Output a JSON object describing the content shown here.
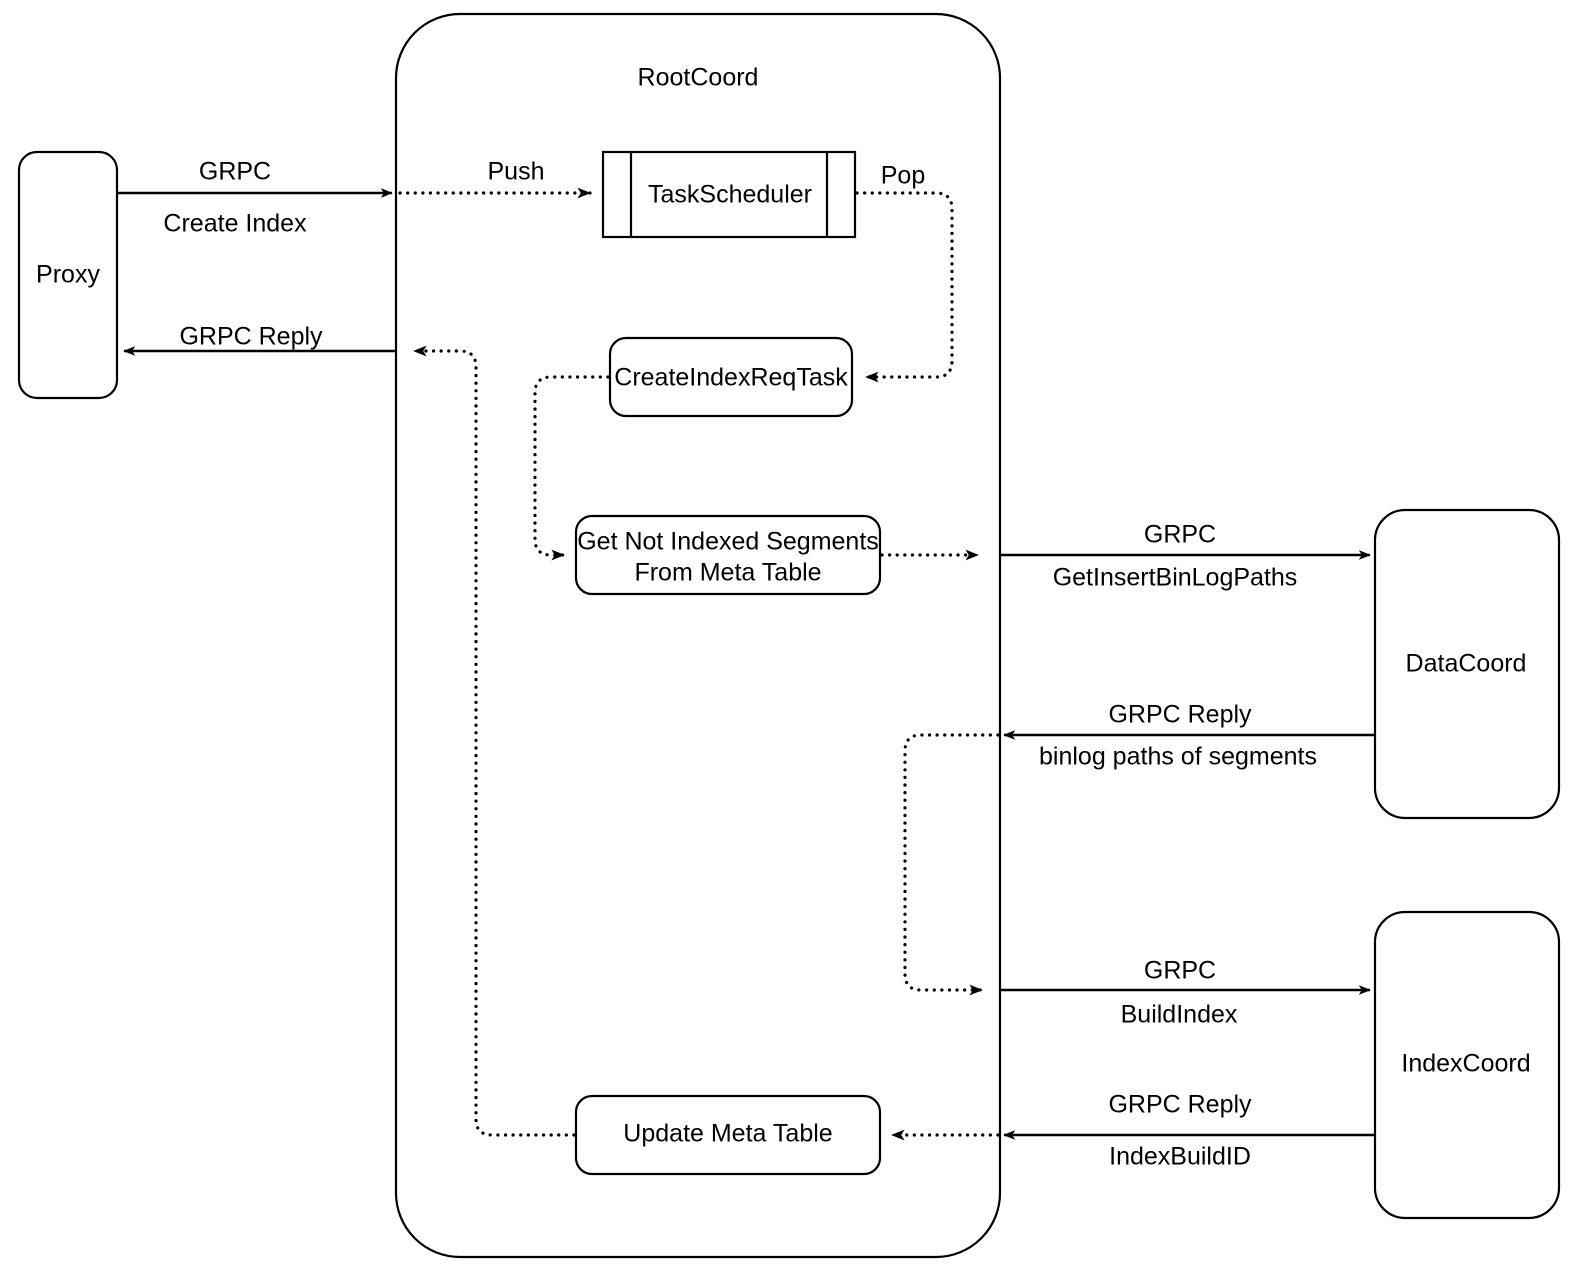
{
  "diagram": {
    "title": "Milvus CreateIndex request flow",
    "colors": {
      "stroke": "#000000",
      "fill": "#ffffff",
      "text": "#000000"
    },
    "containers": [
      {
        "id": "rootcoord",
        "label": "RootCoord"
      }
    ],
    "nodes": [
      {
        "id": "proxy",
        "label": "Proxy",
        "shape": "rounded-rect"
      },
      {
        "id": "task-scheduler",
        "label": "TaskScheduler",
        "shape": "queue-rect"
      },
      {
        "id": "create-index-req-task",
        "label": "CreateIndexReqTask",
        "shape": "rounded-rect"
      },
      {
        "id": "get-not-indexed-segments",
        "label": "Get Not Indexed Segments\nFrom Meta Table",
        "shape": "rounded-rect"
      },
      {
        "id": "update-meta-table",
        "label": "Update Meta Table",
        "shape": "rounded-rect"
      },
      {
        "id": "datacoord",
        "label": "DataCoord",
        "shape": "rounded-rect"
      },
      {
        "id": "indexcoord",
        "label": "IndexCoord",
        "shape": "rounded-rect"
      }
    ],
    "edges": [
      {
        "id": "proxy-to-rootcoord",
        "from": "proxy",
        "to": "rootcoord",
        "style": "solid",
        "label_top": "GRPC",
        "label_bottom": "Create Index"
      },
      {
        "id": "rootcoord-to-proxy",
        "from": "rootcoord",
        "to": "proxy",
        "style": "solid",
        "label_top": "GRPC Reply",
        "label_bottom": ""
      },
      {
        "id": "push-to-scheduler",
        "from": "rootcoord-boundary",
        "to": "task-scheduler",
        "style": "dotted",
        "label_top": "Push",
        "label_bottom": ""
      },
      {
        "id": "pop-to-task",
        "from": "task-scheduler",
        "to": "create-index-req-task",
        "style": "dotted",
        "label_top": "Pop",
        "label_bottom": ""
      },
      {
        "id": "task-to-get-segments",
        "from": "create-index-req-task",
        "to": "get-not-indexed-segments",
        "style": "dotted",
        "label_top": "",
        "label_bottom": ""
      },
      {
        "id": "get-segments-to-datacoord",
        "from": "get-not-indexed-segments",
        "to": "datacoord",
        "style": "solid",
        "label_top": "GRPC",
        "label_bottom": "GetInsertBinLogPaths"
      },
      {
        "id": "datacoord-reply",
        "from": "datacoord",
        "to": "rootcoord",
        "style": "solid",
        "label_top": "GRPC Reply",
        "label_bottom": "binlog paths of segments"
      },
      {
        "id": "rootcoord-to-indexcoord",
        "from": "rootcoord",
        "to": "indexcoord",
        "style": "solid",
        "label_top": "GRPC",
        "label_bottom": "BuildIndex"
      },
      {
        "id": "indexcoord-reply",
        "from": "indexcoord",
        "to": "update-meta-table",
        "style": "solid",
        "label_top": "GRPC Reply",
        "label_bottom": "IndexBuildID"
      },
      {
        "id": "update-meta-to-proxy-reply",
        "from": "update-meta-table",
        "to": "rootcoord-boundary",
        "style": "dotted",
        "label_top": "",
        "label_bottom": ""
      }
    ],
    "labels": {
      "rootcoord": "RootCoord",
      "proxy": "Proxy",
      "task_scheduler": "TaskScheduler",
      "create_index_req_task": "CreateIndexReqTask",
      "get_not_indexed_segments_line1": "Get Not Indexed Segments",
      "get_not_indexed_segments_line2": "From Meta Table",
      "update_meta_table": "Update Meta Table",
      "datacoord": "DataCoord",
      "indexcoord": "IndexCoord",
      "grpc": "GRPC",
      "create_index": "Create Index",
      "grpc_reply": "GRPC Reply",
      "push": "Push",
      "pop": "Pop",
      "get_insert_binlog_paths": "GetInsertBinLogPaths",
      "binlog_paths_of_segments": "binlog paths of segments",
      "build_index": "BuildIndex",
      "index_build_id": "IndexBuildID"
    }
  }
}
